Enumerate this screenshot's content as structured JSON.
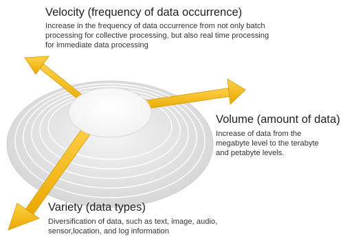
{
  "velocity": {
    "title": "Velocity (frequency of data occurrence)",
    "lines": [
      "Increase in the frequency of data occurrence from not only batch",
      " processing for collective processing, but also real time processing",
      "for immediate data processing"
    ]
  },
  "volume": {
    "title": "Volume (amount of data)",
    "lines": [
      "Increase of data from the",
      "megabyte level to the terabyte",
      "and petabyte levels."
    ]
  },
  "variety": {
    "title": "Variety (data types)",
    "lines": [
      "Diversification of data, such as text, image, audio,",
      "sensor,location, and log information"
    ]
  },
  "colors": {
    "arrow": "#f5b400",
    "arrow_dark": "#d49a00",
    "disc": "#e2e2e2",
    "center": "#ffffff"
  }
}
